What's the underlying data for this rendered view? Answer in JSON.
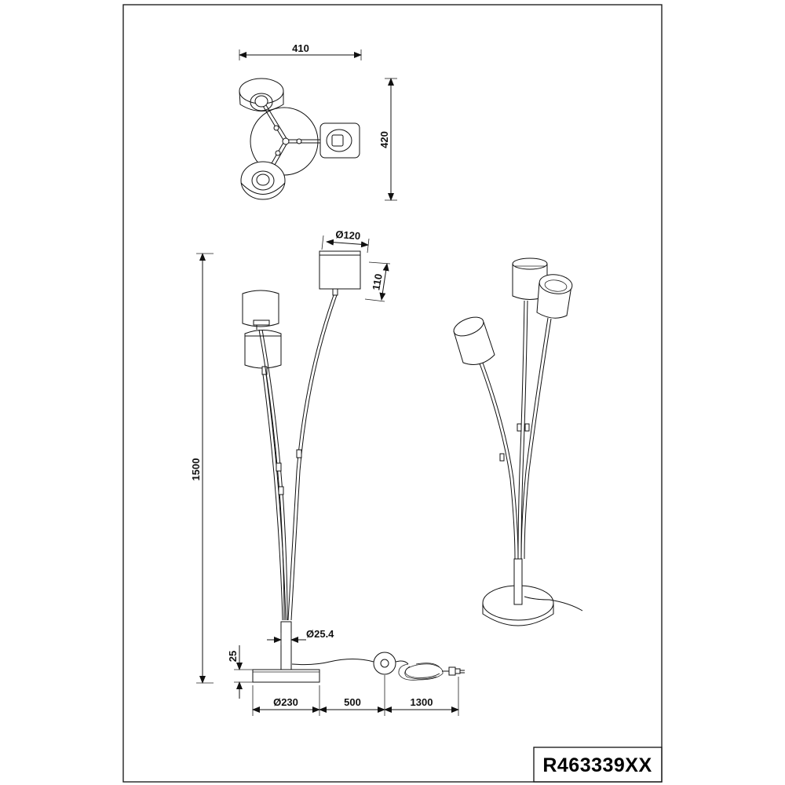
{
  "drawing": {
    "product_code": "R463339XX",
    "dimensions": {
      "top_width": "410",
      "top_depth": "420",
      "height": "1500",
      "shade_diameter": "Ø120",
      "shade_height": "110",
      "pole_diameter": "Ø25.4",
      "base_height": "25",
      "base_diameter": "Ø230",
      "cable_to_switch": "500",
      "switch_to_plug": "1300"
    }
  }
}
